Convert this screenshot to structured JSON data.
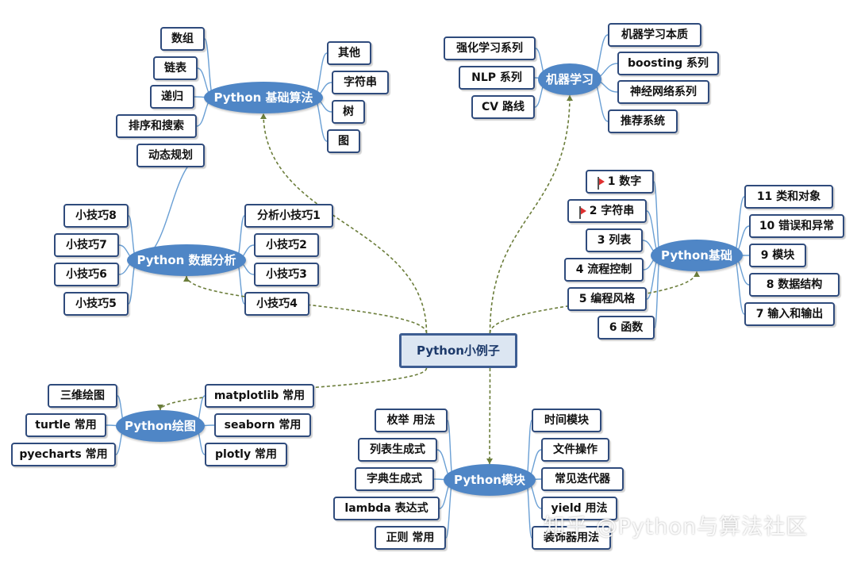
{
  "root": "Python小例子",
  "hubs": {
    "algo": "Python 基础算法",
    "ml": "机器学习",
    "data": "Python 数据分析",
    "basic": "Python基础",
    "plot": "Python绘图",
    "module": "Python模块"
  },
  "algo_left": [
    "数组",
    "链表",
    "递归",
    "排序和搜索",
    "动态规划"
  ],
  "algo_right": [
    "其他",
    "字符串",
    "树",
    "图"
  ],
  "ml_left": [
    "强化学习系列",
    "NLP 系列",
    "CV 路线"
  ],
  "ml_right": [
    "机器学习本质",
    "boosting 系列",
    "神经网络系列",
    "推荐系统"
  ],
  "data_left": [
    "小技巧8",
    "小技巧7",
    "小技巧6",
    "小技巧5"
  ],
  "data_right": [
    "分析小技巧1",
    "小技巧2",
    "小技巧3",
    "小技巧4"
  ],
  "basic_left": [
    "1 数字",
    "2 字符串",
    "3 列表",
    "4 流程控制",
    "5 编程风格",
    "6 函数"
  ],
  "basic_right": [
    "11 类和对象",
    "10 错误和异常",
    "9 模块",
    "8 数据结构",
    "7 输入和输出"
  ],
  "plot_left": [
    "三维绘图",
    "turtle 常用",
    "pyecharts 常用"
  ],
  "plot_right": [
    "matplotlib 常用",
    "seaborn 常用",
    "plotly 常用"
  ],
  "module_left": [
    "枚举 用法",
    "列表生成式",
    "字典生成式",
    "lambda 表达式",
    "正则 常用"
  ],
  "module_right": [
    "时间模块",
    "文件操作",
    "常见迭代器",
    "yield 用法",
    "装饰器用法"
  ],
  "watermark": "知乎 @Python与算法社区",
  "colors": {
    "hub": "#4f86c6",
    "box_border": "#2f4b7c",
    "branch": "#6a9fd4",
    "link": "#6b7d3a",
    "flag": "#e03030"
  }
}
